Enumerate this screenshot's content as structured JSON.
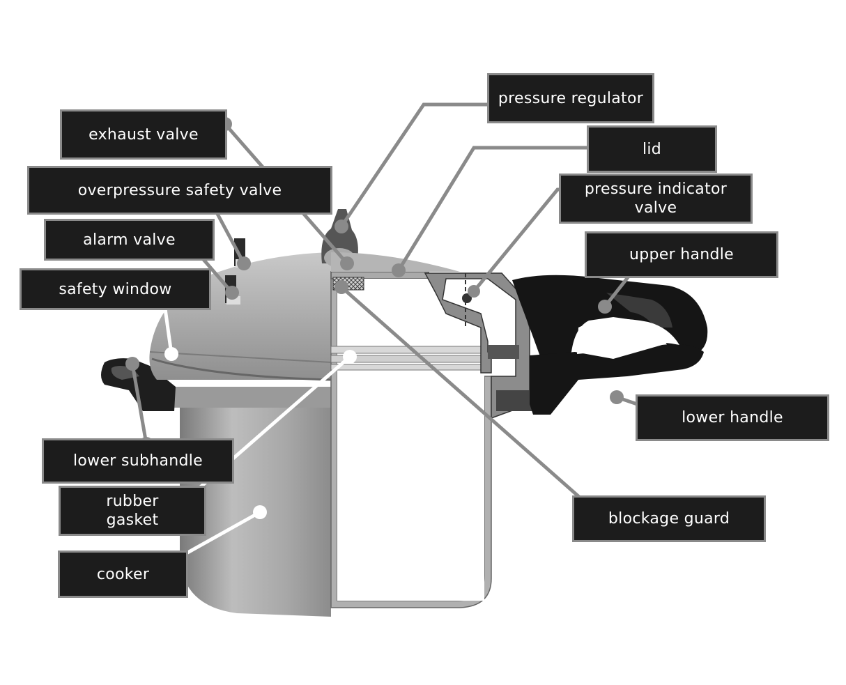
{
  "labels": {
    "pressure_regulator": "pressure regulator",
    "exhaust_valve": "exhaust valve",
    "lid": "lid",
    "overpressure_safety_valve": "overpressure safety valve",
    "pressure_indicator_valve": "pressure indicator\nvalve",
    "alarm_valve": "alarm valve",
    "upper_handle": "upper handle",
    "safety_window": "safety window",
    "lower_handle": "lower handle",
    "lower_subhandle": "lower subhandle",
    "rubber_gasket": "rubber\ngasket",
    "blockage_guard": "blockage guard",
    "cooker": "cooker"
  },
  "colors": {
    "label_background": "#1c1c1c",
    "label_border": "#8a8a8a",
    "label_text": "#ffffff",
    "leader_gray": "#8a8a8a",
    "leader_white": "#ffffff"
  }
}
